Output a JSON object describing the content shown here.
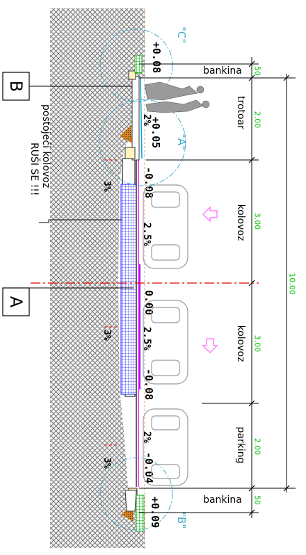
{
  "section_labels": {
    "a": "A",
    "b": "B"
  },
  "detail_callouts": {
    "c": "\"C\"",
    "a": "\"A\"",
    "b": "\"B\""
  },
  "existing_note": {
    "line1": "postojeći kolovoz",
    "line2": "RUŠI SE !!!"
  },
  "elevations": {
    "top_bankina": "+0.08",
    "trotoar_outer": "+0.05",
    "kolovoz_edge_top": "-0.08",
    "center": "0.00",
    "kolovoz_edge_bottom": "-0.08",
    "parking_edge": "-0.04",
    "bottom_bankina": "+0.09"
  },
  "slopes": {
    "trotoar": "2%",
    "kolovoz_top": "2.5%",
    "kolovoz_bottom": "2.5%",
    "parking": "2%",
    "terrain_1": "3%",
    "terrain_2": "3%",
    "terrain_3": "3%"
  },
  "zones": [
    {
      "name": "bankina",
      "width": "50"
    },
    {
      "name": "trotoar",
      "width": "2.00"
    },
    {
      "name": "kolovoz",
      "width": "3.00"
    },
    {
      "name": "kolovoz",
      "width": "3.00"
    },
    {
      "name": "parking",
      "width": "2.00"
    },
    {
      "name": "bankina",
      "width": "50"
    }
  ],
  "total_width": "10.00",
  "colors": {
    "dimension_text": "#00c000",
    "centerline": "#e00000",
    "hatch": "#8a8a8a",
    "curb": "#00a0e0",
    "kerb_base": "#1a1aff",
    "arrow": "#ff80ff",
    "leader": "#000000"
  },
  "icons": {
    "direction_arrow": "hollow-arrow-icon",
    "car": "car-outline-icon",
    "pedestrians": "pedestrian-silhouette-icon"
  }
}
